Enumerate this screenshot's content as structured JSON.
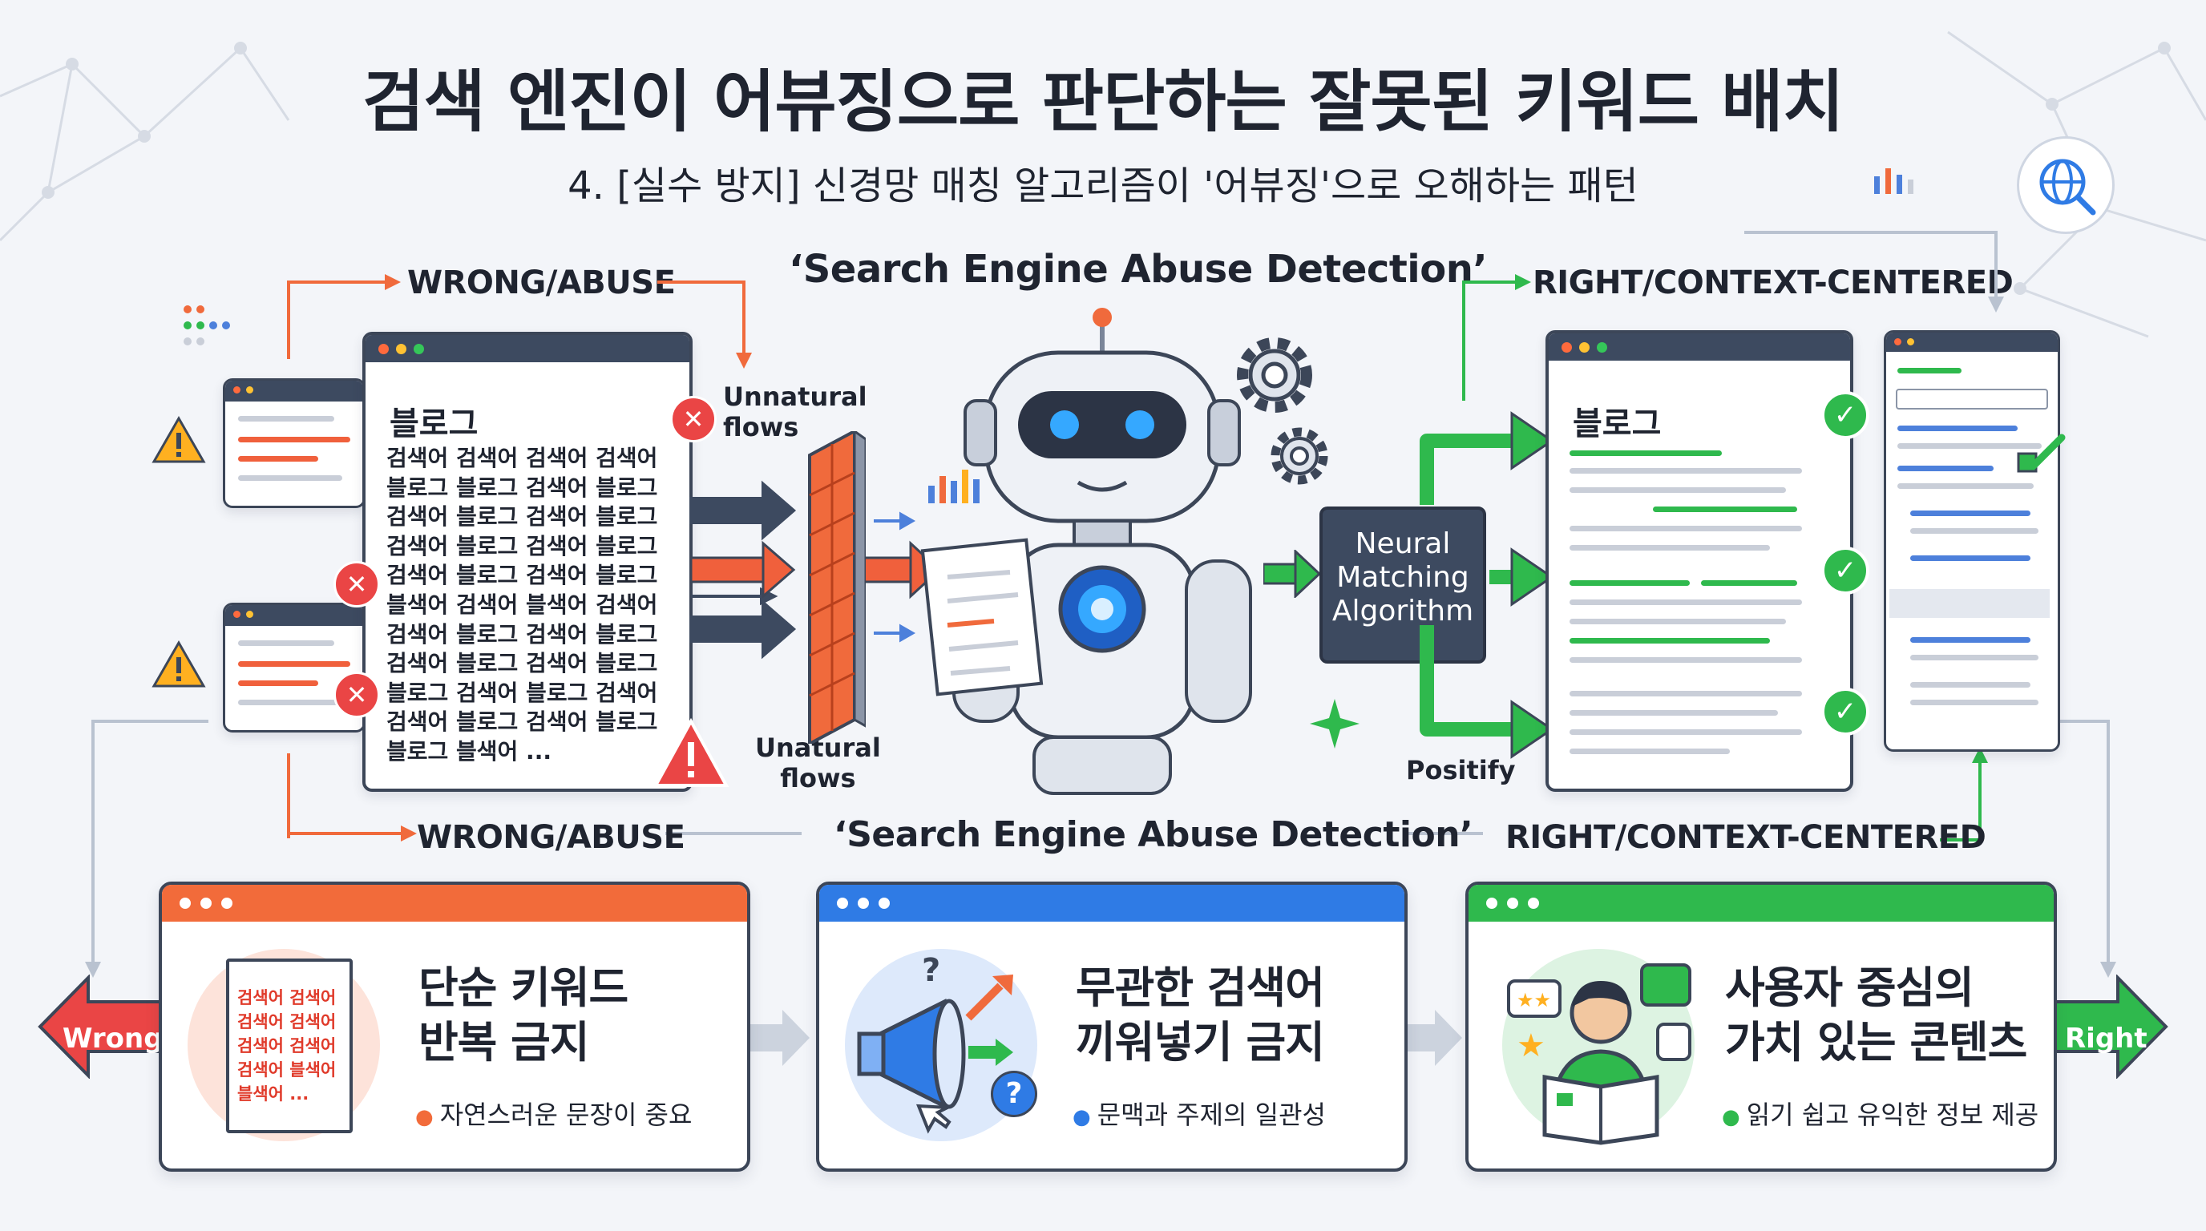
{
  "title": "검색 엔진이 어뷰징으로 판단하는 잘못된 키워드 배치",
  "subtitle": "4. [실수 방지] 신경망 매칭 알고리즘이 '어뷰징'으로 오해하는 패턴",
  "top": {
    "wrong_label": "WRONG/ABUSE",
    "center_label": "‘Search Engine Abuse Detection’",
    "right_label": "RIGHT/CONTEXT-CENTERED"
  },
  "mid": {
    "wrong_label": "WRONG/ABUSE",
    "center_label": "‘Search Engine Abuse Detection’",
    "right_label": "RIGHT/CONTEXT-CENTERED"
  },
  "left_doc": {
    "heading": "블로그",
    "lines": [
      "검색어 검색어 검색어 검색어",
      "블로그 블로그 검색어 블로그",
      "검색어 블로그 검색어 블로그",
      "검색어 블로그 검색어 블로그",
      "검색어 블로그 검색어 블로그",
      "블색어 검색어 블색어 검색어",
      "검색어 블로그 검색어 블로그",
      "검색어 블로그 검색어 블로그",
      "블로그 검색어 블로그 검색어",
      "검색어 블로그 검색어 블로그",
      "블로그 블색어 ..."
    ]
  },
  "annotations": {
    "unnatural_top": "Unnatural\nflows",
    "unnatural_bottom": "Unatural\nflows",
    "positify": "Positify"
  },
  "algorithm": "Neural\nMatching\nAlgorithm",
  "right_doc": {
    "heading": "블로그"
  },
  "side_labels": {
    "wrong": "Wrong",
    "right": "Right"
  },
  "cards": [
    {
      "title": "단순 키워드\n반복 금지",
      "sub": "자연스러운 문장이 중요",
      "doc_lines": [
        "검색어 검색어",
        "검색어 검색어",
        "검색어 검색어",
        "검색어 블색어",
        "블색어 ..."
      ],
      "color": "#f26b3a"
    },
    {
      "title": "무관한 검색어\n끼워넣기 금지",
      "sub": "문맥과 주제의 일관성",
      "color": "#2f7be5"
    },
    {
      "title": "사용자 중심의\n가치 있는 콘텐츠",
      "sub": "읽기 쉽고 유익한 정보 제공",
      "color": "#2fb94d"
    }
  ],
  "icons": {
    "question": "?",
    "warning": "!",
    "check": "✓",
    "error": "✕"
  }
}
